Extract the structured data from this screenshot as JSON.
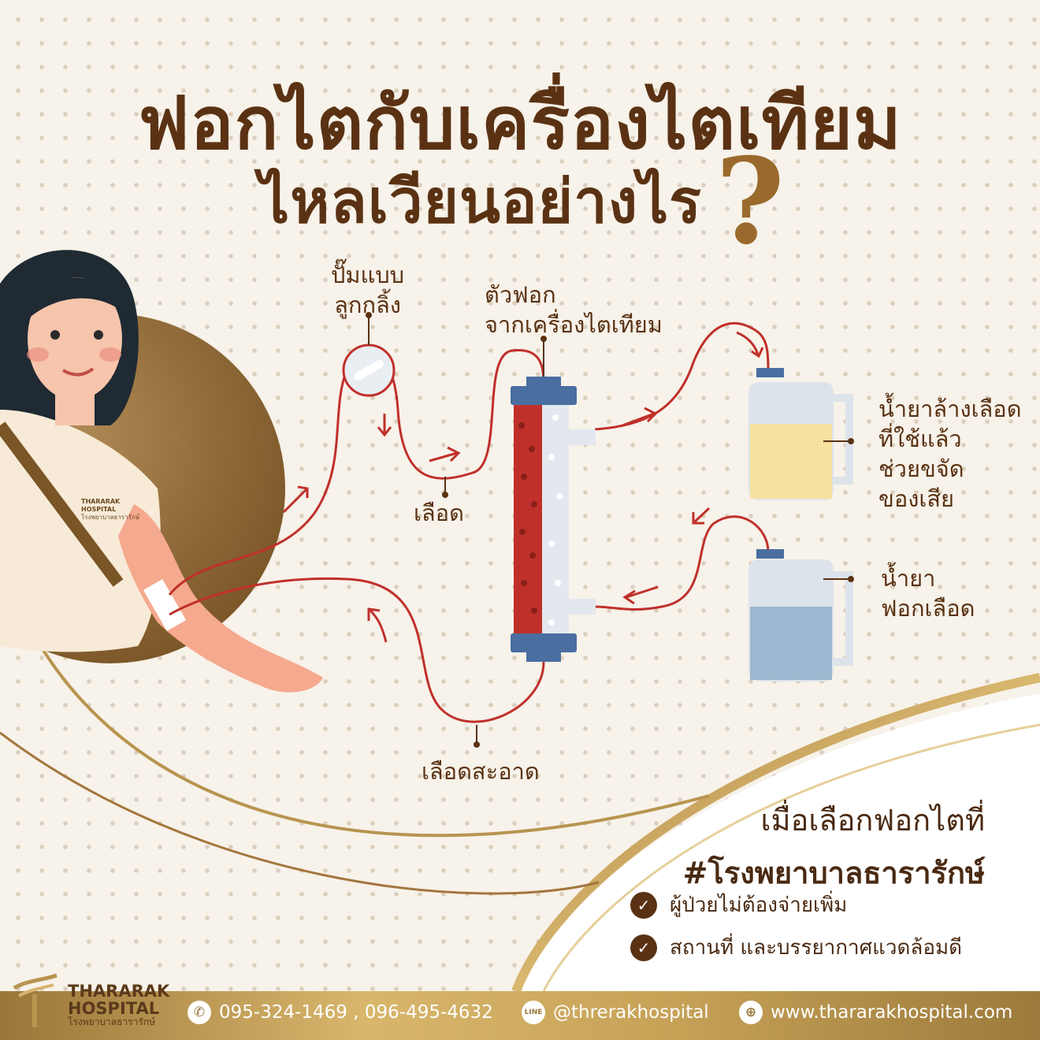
{
  "title": {
    "line1": "ฟอกไตกับเครื่องไตเทียม",
    "line2": "ไหลเวียนอย่างไร",
    "mark": "?"
  },
  "labels": {
    "pump": [
      "ปั๊มแบบ",
      "ลูกกลิ้ง"
    ],
    "dialyzer": [
      "ตัวฟอก",
      "จากเครื่องไตเทียม"
    ],
    "blood": "เลือด",
    "clean_blood": "เลือดสะอาด",
    "used_dialysate": [
      "น้ำยาล้างเลือด",
      "ที่ใช้แล้ว",
      "ช่วยขจัด",
      "ของเสีย"
    ],
    "dialysate": [
      "น้ำยา",
      "ฟอกเลือด"
    ]
  },
  "badge": {
    "brand": "THARARAK HOSPITAL",
    "sub": "โรงพยาบาลธารารักษ์"
  },
  "callout": {
    "line1": "เมื่อเลือกฟอกไตที่",
    "line2": "#โรงพยาบาลธารารักษ์",
    "benefits": [
      "ผู้ป่วยไม่ต้องจ่ายเพิ่ม",
      "สถานที่ และบรรยากาศแวดล้อมดี"
    ]
  },
  "footer": {
    "phones": "095-324-1469 , 096-495-4632",
    "line_id": "@threrakhospital",
    "website": "www.thararakhospital.com",
    "line_icon": "LINE"
  },
  "logo": {
    "line1": "THARARAK",
    "line2": "HOSPITAL",
    "sub": "โรงพยาบาลธารารักษ์"
  },
  "colors": {
    "brown": "#5a3213",
    "gold": "#b8944f",
    "tube": "#c0302a",
    "blue": "#4a6ea0"
  }
}
